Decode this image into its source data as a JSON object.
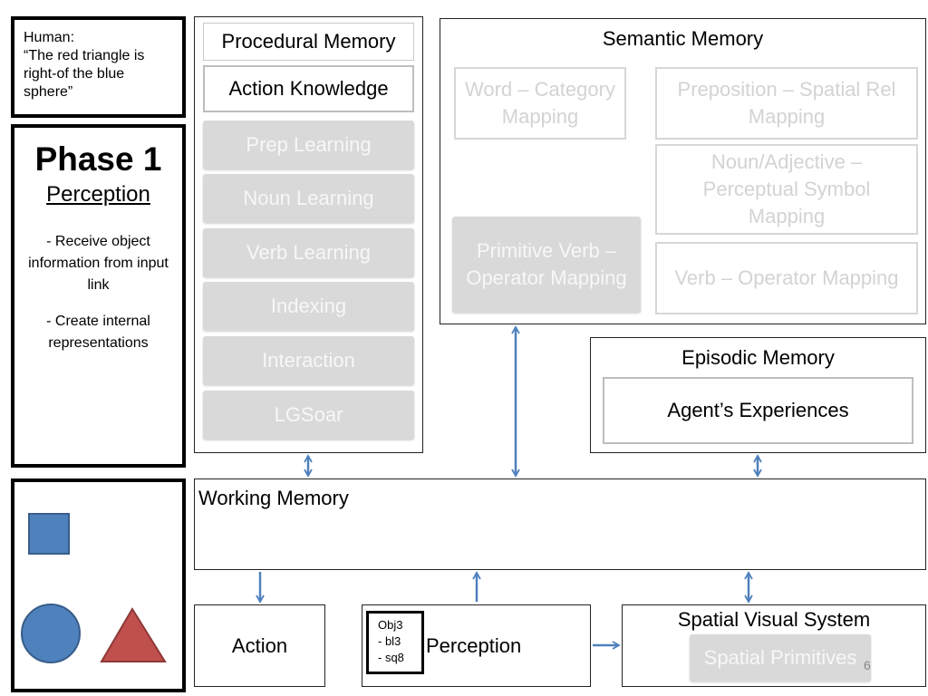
{
  "human_box": {
    "label": "Human:",
    "utterance": "“The red triangle is right-of the blue sphere”"
  },
  "phase_box": {
    "title": "Phase 1",
    "subtitle": "Perception",
    "bullets": [
      "- Receive object information from input link",
      "- Create internal representations"
    ]
  },
  "procedural_memory": {
    "title": "Procedural Memory",
    "action_knowledge": "Action Knowledge",
    "modules": [
      "Prep Learning",
      "Noun Learning",
      "Verb Learning",
      "Indexing",
      "Interaction",
      "LGSoar"
    ]
  },
  "semantic_memory": {
    "title": "Semantic Memory",
    "word_category": "Word – Category Mapping",
    "preposition_spatial": "Preposition – Spatial Rel Mapping",
    "noun_adjective": "Noun/Adjective – Perceptual Symbol Mapping",
    "verb_operator": "Verb – Operator Mapping",
    "primitive_verb": "Primitive Verb – Operator Mapping"
  },
  "episodic_memory": {
    "title": "Episodic Memory",
    "experiences": "Agent’s Experiences"
  },
  "working_memory": {
    "title": "Working Memory"
  },
  "action": {
    "label": "Action"
  },
  "perception": {
    "label": "Perception",
    "obj_lines": [
      "Obj3",
      "- bl3",
      "- sq8"
    ]
  },
  "spatial_visual": {
    "title": "Spatial Visual System",
    "primitives": "Spatial Primitives",
    "page_number": "6"
  },
  "colors": {
    "shape_blue": "#4f81bd",
    "shape_blue_edge": "#385d8a",
    "shape_red": "#c0504d",
    "shape_red_edge": "#8c3836",
    "arrow": "#4f81bd",
    "faded_text": "#d3d3d3",
    "module_fill": "#d9d9d9"
  }
}
